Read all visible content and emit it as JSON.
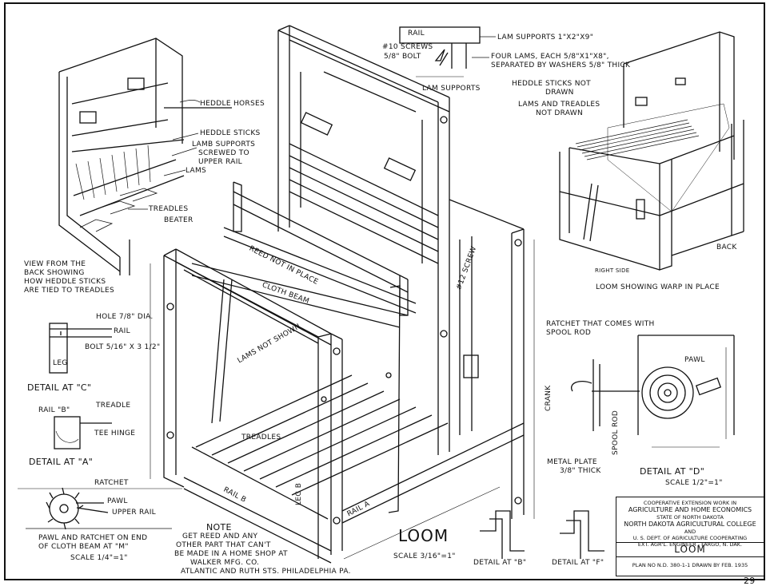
{
  "labels": {
    "heddle_horses": "HEDDLE HORSES",
    "heddle_sticks": "HEDDLE STICKS",
    "lamb_supports": "LAMB SUPPORTS",
    "screwed_to": "SCREWED TO",
    "upper_rail": "UPPER RAIL",
    "lams": "LAMS",
    "treadles": "TREADLES",
    "beater": "BEATER",
    "view_back_1": "VIEW FROM THE",
    "view_back_2": "BACK SHOWING",
    "view_back_3": "HOW HEDDLE STICKS",
    "view_back_4": "ARE TIED TO TREADLES",
    "reed_not": "REED NOT IN PLACE",
    "cloth_beam": "CLOTH BEAM",
    "lams_not_shown": "LAMS NOT SHOWN",
    "treadles2": "TREADLES",
    "rail_a": "RAIL A",
    "rail_b": "RAIL B",
    "leg_b": "LEG B",
    "screw12": "#12 SCREW",
    "crank": "CRANK",
    "pawl": "PAWL",
    "spool_rod": "SPOOL ROD",
    "metal_plate": "METAL PLATE",
    "thick": "3/8\" THICK",
    "rail_top": "RAIL",
    "screws10": "#10 SCREWS",
    "bolt": "5/8\" BOLT",
    "lam_supports_dim": "LAM SUPPORTS 1\"x2\"x9\"",
    "four_lams": "FOUR LAMS, EACH 5/8\"x1\"x8\",",
    "separated": "SEPARATED BY WASHERS 5/8\" THICK",
    "lam_supports_title": "LAM SUPPORTS",
    "heddle_not_drawn_1": "HEDDLE STICKS NOT",
    "heddle_not_drawn_2": "DRAWN",
    "lams_tread_1": "LAMS AND TREADLES",
    "lams_tread_2": "NOT DRAWN",
    "back": "BACK",
    "right_side": "RIGHT SIDE",
    "loom_warp": "LOOM SHOWING WARP IN PLACE",
    "ratchet_spool_1": "RATCHET THAT COMES WITH",
    "ratchet_spool_2": "SPOOL ROD",
    "detail_c": "DETAIL AT \"C\"",
    "hole": "HOLE 7/8\" DIA.",
    "rail_c": "RAIL",
    "bolt_c": "BOLT 5/16\" x 3 1/2\"",
    "leg": "LEG",
    "detail_a": "DETAIL AT \"A\"",
    "rail_b_a": "RAIL \"B\"",
    "treadle_a": "TREADLE",
    "tee_hinge": "TEE HINGE",
    "ratchet": "RATCHET",
    "pawl2": "PAWL",
    "upper_rail2": "UPPER RAIL",
    "pawl_cap_1": "PAWL AND RATCHET ON END",
    "pawl_cap_2": "OF CLOTH BEAM AT \"M\"",
    "scale_14": "SCALE 1/4\"=1\"",
    "note_h": "NOTE",
    "note_1": "GET REED AND ANY",
    "note_2": "OTHER PART THAT CAN'T",
    "note_3": "BE MADE IN A HOME SHOP AT",
    "note_4": "WALKER MFG. CO.",
    "note_5": "ATLANTIC AND RUTH STS. PHILADELPHIA PA.",
    "loom_big": "LOOM",
    "scale_316": "SCALE 3/16\"=1\"",
    "detail_b": "DETAIL AT \"B\"",
    "detail_f": "DETAIL AT \"F\"",
    "detail_d": "DETAIL AT \"D\"",
    "scale_12": "SCALE 1/2\"=1\"",
    "page_no": "29"
  },
  "title_block": {
    "l1": "COOPERATIVE EXTENSION WORK IN",
    "l2": "AGRICULTURE AND HOME ECONOMICS",
    "l3": "STATE OF NORTH DAKOTA",
    "l4": "NORTH DAKOTA AGRICULTURAL COLLEGE",
    "l5": "AND",
    "l6": "U. S. DEPT. OF AGRICULTURE COOPERATING",
    "l7": "EXT. AGR'L. ENGINEER - FARGO, N. DAK.",
    "name": "LOOM",
    "plan": "PLAN NO N.D. 380-1-1 DRAWN BY",
    "date": "FEB. 1935"
  }
}
